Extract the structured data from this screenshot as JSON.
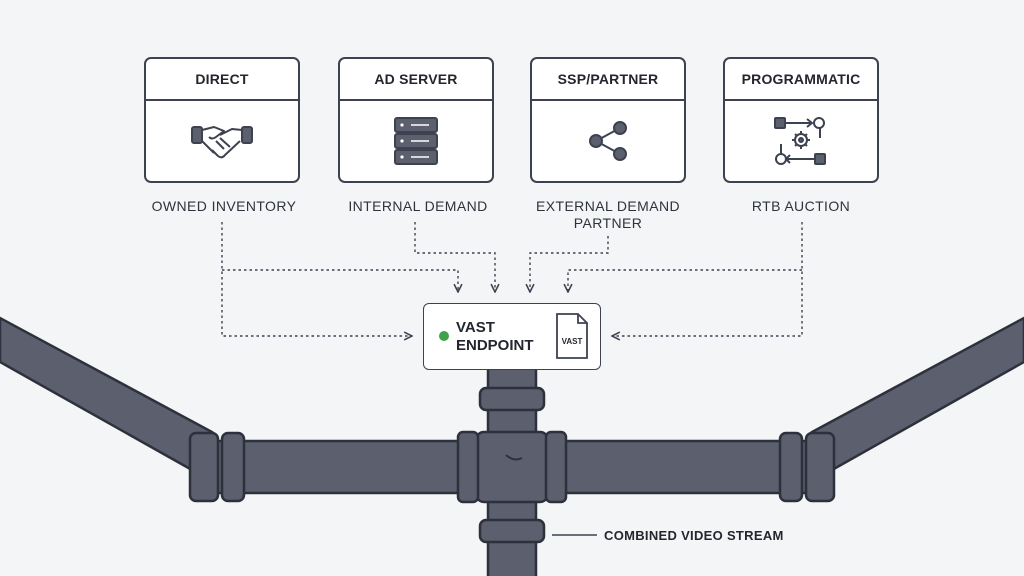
{
  "sources": [
    {
      "title": "DIRECT",
      "icon": "handshake-icon",
      "caption_lines": [
        "OWNED INVENTORY"
      ]
    },
    {
      "title": "AD SERVER",
      "icon": "server-icon",
      "caption_lines": [
        "INTERNAL DEMAND"
      ]
    },
    {
      "title": "SSP/PARTNER",
      "icon": "share-icon",
      "caption_lines": [
        "EXTERNAL DEMAND",
        "PARTNER"
      ]
    },
    {
      "title": "PROGRAMMATIC",
      "icon": "workflow-icon",
      "caption_lines": [
        "RTB AUCTION"
      ]
    }
  ],
  "endpoint": {
    "line1": "VAST",
    "line2": "ENDPOINT",
    "file_label": "VAST",
    "status_color": "#3fa24c"
  },
  "output_label": "COMBINED VIDEO STREAM",
  "colors": {
    "background": "#f4f5f7",
    "pipe": "#5b5f6e",
    "outline": "#3d4250",
    "status": "#3fa24c"
  }
}
